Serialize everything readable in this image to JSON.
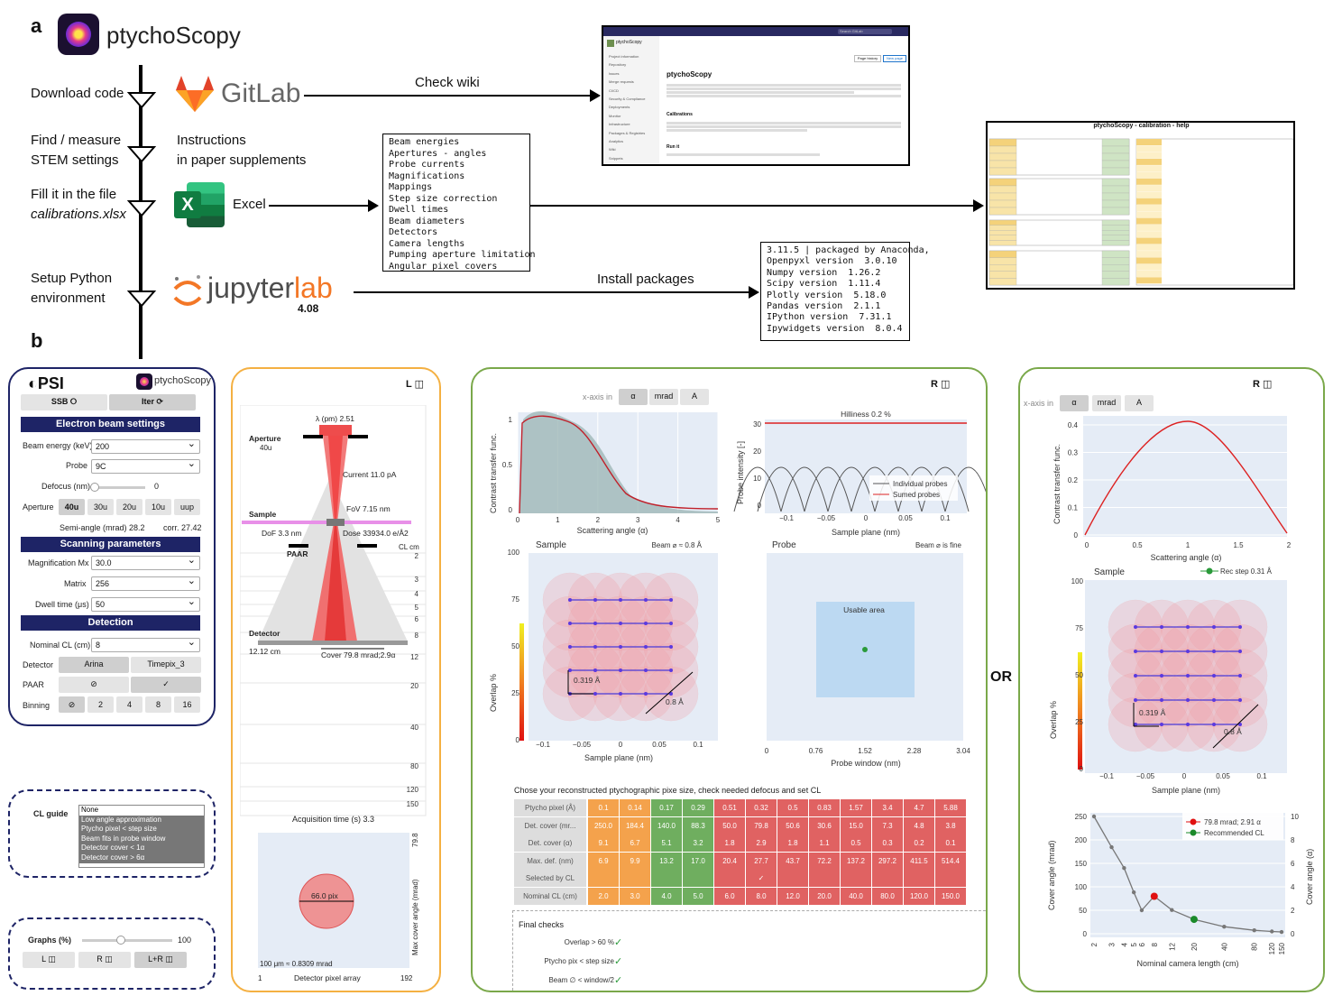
{
  "labels": {
    "a": "a",
    "b": "b",
    "or": "OR"
  },
  "top": {
    "logo_name": "ptychoScopy",
    "steps": [
      {
        "text": "Download code"
      },
      {
        "text": "Find / measure\nSTEM settings"
      },
      {
        "text": "Fill it in the file\ncalibrations.xlsx"
      },
      {
        "text": "Setup Python\nenvironment"
      }
    ],
    "gitlab": "GitLab",
    "instructions": "Instructions\nin paper supplements",
    "excel": "Excel",
    "jupyter": "jupyterlab",
    "jupyter_version": "4.08",
    "check_wiki": "Check wiki",
    "install_packages": "Install packages",
    "excel_list": [
      "Beam energies",
      "Apertures - angles",
      "Probe currents",
      "Magnifications",
      "Mappings",
      "Step size correction",
      "Dwell times",
      "Beam diameters",
      "Detectors",
      "Camera lengths",
      "Pumping aperture limitation",
      "Angular pixel covers"
    ],
    "packages": [
      "3.11.5 | packaged by Anaconda,",
      "Openpyxl version  3.0.10",
      "Numpy version  1.26.2",
      "Scipy version  1.11.4",
      "Plotly version  5.18.0",
      "Pandas version  2.1.1",
      "IPython version  7.31.1",
      "Ipywidgets version  8.0.4"
    ],
    "wiki": {
      "title": "ptychoScopy",
      "calib": "Calibrations",
      "run": "Run it",
      "menu": [
        "Project information",
        "Repository",
        "Issues",
        "Merge requests",
        "CI/CD",
        "Security & Compliance",
        "Deployments",
        "Monitor",
        "Infrastructure",
        "Packages & Registries",
        "Analytics",
        "Wiki",
        "Snippets"
      ],
      "search": "Search GitLab",
      "page_history": "Page history",
      "new_page": "New page"
    },
    "calib_title": "ptychoScopy - calibration - help"
  },
  "panel1": {
    "psi": "PSI",
    "logo": "ptychoScopy",
    "mode_ssb": "SSB ⭘",
    "mode_iter": "Iter ⟳",
    "sec_beam": "Electron beam settings",
    "beam_energy_label": "Beam energy (keV)",
    "beam_energy": "200",
    "probe_label": "Probe",
    "probe": "9C",
    "defocus_label": "Defocus (nm)",
    "defocus_val": "0",
    "aperture_label": "Aperture",
    "apertures": [
      "40u",
      "30u",
      "20u",
      "10u",
      "uup"
    ],
    "semi_angle": "Semi-angle (mrad) 28.2",
    "corr": "corr. 27.42",
    "sec_scan": "Scanning parameters",
    "mag_label": "Magnification Mx",
    "mag": "30.0",
    "matrix_label": "Matrix",
    "matrix": "256",
    "dwell_label": "Dwell time (μs)",
    "dwell": "50",
    "sec_det": "Detection",
    "cl_label": "Nominal CL (cm)",
    "cl": "8",
    "detector_label": "Detector",
    "det1": "Arina",
    "det2": "Timepix_3",
    "paar_label": "PAAR",
    "paar1": "⊘",
    "paar2": "✓",
    "binning_label": "Binning",
    "binning": [
      "⊘",
      "2",
      "4",
      "8",
      "16"
    ],
    "cl_guide_label": "CL guide",
    "cl_guide_options": [
      "None",
      "Low angle approximation",
      "Ptycho pixel < step size",
      "Beam fits in probe window",
      "Detector cover < 1α",
      "Detector cover > 6α"
    ],
    "graphs_label": "Graphs (%)",
    "graphs_val": "100",
    "graph_btns": [
      "L ◫",
      "R ◫",
      "L+R ◫"
    ]
  },
  "panelL": {
    "title": "L ◫",
    "lambda": "λ (pm) 2.51",
    "aperture": "Aperture",
    "aperture_val": "40u",
    "current": "Current 11.0 pA",
    "sample": "Sample",
    "fov": "FoV 7.15 nm",
    "dof": "DoF 3.3 nm",
    "dose": "Dose 33934.0 e/Å2",
    "paar": "PAAR",
    "cl_cm": "CL cm",
    "cl_ticks": [
      "2",
      "3",
      "4",
      "5",
      "6",
      "8",
      "12",
      "20",
      "40",
      "80",
      "120",
      "150"
    ],
    "detector": "Detector",
    "det_dist": "12.12 cm",
    "cover": "Cover 79.8 mrad;2.9α",
    "acq": "Acquisition time (s) 3.3",
    "pix": "66.0 pix",
    "pixnote": "100 μm ≈ 0.8309 mrad",
    "det_arr": "Detector pixel array",
    "det_ax_min": "1",
    "det_ax_max": "192",
    "maxcover": "Max cover angle (mrad)",
    "maxcover_val": "79.8"
  },
  "panelM": {
    "title": "R ◫",
    "xaxis_label": "x-axis in",
    "xaxis_opts": [
      "α",
      "mrad",
      "A"
    ],
    "ctf_ylabel": "Contrast transfer func.",
    "ctf_xlabel": "Scattering angle (α)",
    "ctf_xticks": [
      "0",
      "1",
      "2",
      "3",
      "4",
      "5"
    ],
    "ctf_yticks": [
      "1",
      "0.5",
      "0"
    ],
    "hilliness": "Hilliness 0.2 %",
    "pi_ylabel": "Probe intensity [-]",
    "pi_xlabel": "Sample plane (nm)",
    "pi_xticks": [
      "−0.1",
      "−0.05",
      "0",
      "0.05",
      "0.1"
    ],
    "pi_yticks": [
      "30",
      "20",
      "10",
      "0"
    ],
    "legend": [
      "Individual probes",
      "Sumed probes"
    ],
    "sample_title": "Sample",
    "beam": "Beam ⌀ ≈ 0.8 Å",
    "overlap_label": "Overlap %",
    "step": "0.319 Å",
    "beam_d": "0.8 Å",
    "sp_xlabel": "Sample plane (nm)",
    "sp_xticks": [
      "−0.1",
      "−0.05",
      "0",
      "0.05",
      "0.1"
    ],
    "sp_yticks": [
      "100",
      "75",
      "50",
      "25",
      "0"
    ],
    "probe_title": "Probe",
    "beam_fine": "Beam ⌀ is fine",
    "usable": "Usable area",
    "pw_xlabel": "Probe window (nm)",
    "pw_xticks": [
      "0",
      "0.76",
      "1.52",
      "2.28",
      "3.04"
    ],
    "table_caption": "Chose your reconstructed ptychographic pixe size, check needed defocus and set CL",
    "table_rows": [
      {
        "label": "Ptycho pixel (Å)",
        "vals": [
          "0.1",
          "0.14",
          "0.17",
          "0.29",
          "0.51",
          "0.32",
          "0.5",
          "0.83",
          "1.57",
          "3.4",
          "4.7",
          "5.88"
        ]
      },
      {
        "label": "Det. cover (mr...",
        "vals": [
          "250.0",
          "184.4",
          "140.0",
          "88.3",
          "50.0",
          "79.8",
          "50.6",
          "30.6",
          "15.0",
          "7.3",
          "4.8",
          "3.8"
        ]
      },
      {
        "label": "Det. cover (α)",
        "vals": [
          "9.1",
          "6.7",
          "5.1",
          "3.2",
          "1.8",
          "2.9",
          "1.8",
          "1.1",
          "0.5",
          "0.3",
          "0.2",
          "0.1"
        ]
      },
      {
        "label": "Max. def. (nm)",
        "vals": [
          "6.9",
          "9.9",
          "13.2",
          "17.0",
          "20.4",
          "27.7",
          "43.7",
          "72.2",
          "137.2",
          "297.2",
          "411.5",
          "514.4"
        ]
      },
      {
        "label": "Selected by CL",
        "vals": [
          "",
          "",
          "",
          "",
          "",
          "✓",
          "",
          "",
          "",
          "",
          "",
          ""
        ]
      },
      {
        "label": "Nominal CL (cm)",
        "vals": [
          "2.0",
          "3.0",
          "4.0",
          "5.0",
          "6.0",
          "8.0",
          "12.0",
          "20.0",
          "40.0",
          "80.0",
          "120.0",
          "150.0"
        ]
      }
    ],
    "col_colors": [
      "#f4a24c",
      "#f4a24c",
      "#6fae5f",
      "#6fae5f",
      "#e06262",
      "#e06262",
      "#e06262",
      "#e06262",
      "#e06262",
      "#e06262",
      "#e06262",
      "#e06262"
    ],
    "final_checks": "Final checks",
    "checks": [
      "Overlap > 60 %",
      "Ptycho pix < step size",
      "Beam ∅ < window/2"
    ]
  },
  "panelR": {
    "title": "R ◫",
    "xaxis_label": "x-axis in",
    "xaxis_opts": [
      "α",
      "mrad",
      "A"
    ],
    "ctf_ylabel": "Contrast transfer func.",
    "ctf_xlabel": "Scattering angle (α)",
    "ctf_xticks": [
      "0",
      "0.5",
      "1",
      "1.5",
      "2"
    ],
    "ctf_yticks": [
      "0.4",
      "0.3",
      "0.2",
      "0.1",
      "0"
    ],
    "sample_title": "Sample",
    "rec_step": "Rec step 0.31 Å",
    "overlap_label": "Overlap %",
    "step": "0.319 Å",
    "beam_d": "0.8 Å",
    "sp_xlabel": "Sample plane (nm)",
    "sp_xticks": [
      "−0.1",
      "−0.05",
      "0",
      "0.05",
      "0.1"
    ],
    "sp_yticks": [
      "100",
      "75",
      "50",
      "25",
      "0"
    ],
    "cov_ylabel": "Cover angle (mrad)",
    "cov_ylabel2": "Cover angle (α)",
    "cov_xlabel": "Nominal camera length (cm)",
    "cov_yticks": [
      "250",
      "200",
      "150",
      "100",
      "50",
      "0"
    ],
    "cov_y2ticks": [
      "10",
      "8",
      "6",
      "4",
      "2",
      "0"
    ],
    "cov_xticks": [
      "2",
      "3",
      "4",
      "5",
      "6",
      "8",
      "12",
      "20",
      "40",
      "80",
      "120",
      "150"
    ],
    "legend": [
      "79.8 mrad; 2.91 α",
      "Recommended CL"
    ]
  },
  "chart_data": [
    {
      "type": "line",
      "xlabel": "Nominal camera length (cm)",
      "ylabel": "Cover angle (mrad)",
      "x": [
        2,
        3,
        4,
        5,
        6,
        8,
        12,
        20,
        40,
        80,
        120,
        150
      ],
      "series": [
        {
          "values": [
            250,
            184.4,
            140,
            88.3,
            50,
            79.8,
            50.6,
            30.6,
            15,
            7.3,
            4.8,
            3.8
          ]
        }
      ],
      "ylim": [
        0,
        250
      ]
    }
  ],
  "colors": {
    "navy": "#1e2466",
    "orange": "#f4b042",
    "green": "#7aa84a",
    "red": "#e53030"
  }
}
